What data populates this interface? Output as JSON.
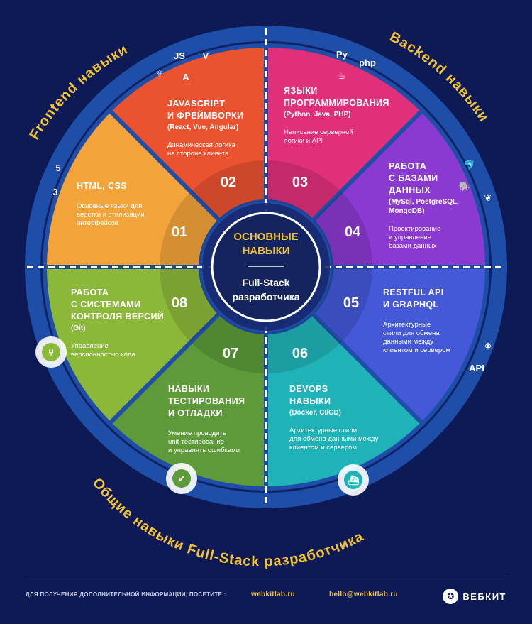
{
  "arc_labels": {
    "frontend": "Frontend навыки",
    "backend": "Backend навыки",
    "general": "Общие навыки Full-Stack разработчика"
  },
  "center": {
    "title_line1": "ОСНОВНЫЕ",
    "title_line2": "НАВЫКИ",
    "subtitle_line1": "Full-Stack",
    "subtitle_line2": "разработчика"
  },
  "segments": [
    {
      "number": "01",
      "title_lines": [
        "HTML, CSS"
      ],
      "sub_lines": [],
      "desc_lines": [
        "Основные языки для",
        "верстки и стилизации",
        "интерфейсов"
      ],
      "color": "#f2a33a",
      "icons": [
        "html5-icon",
        "css3-icon"
      ]
    },
    {
      "number": "02",
      "title_lines": [
        "JAVASCRIPT",
        "И ФРЕЙМВОРКИ"
      ],
      "sub_lines": [
        "(React, Vue, Angular)"
      ],
      "desc_lines": [
        "Динамическая логика",
        "на стороне клиента"
      ],
      "color": "#ea5230",
      "icons": [
        "js-icon",
        "vue-icon",
        "react-icon",
        "angular-icon"
      ]
    },
    {
      "number": "03",
      "title_lines": [
        "ЯЗЫКИ",
        "ПРОГРАММИРОВАНИЯ"
      ],
      "sub_lines": [
        "(Python, Java, PHP)"
      ],
      "desc_lines": [
        "Написание серверной",
        "логики и API"
      ],
      "color": "#e0307a",
      "icons": [
        "python-icon",
        "java-icon",
        "php-icon"
      ]
    },
    {
      "number": "04",
      "title_lines": [
        "РАБОТА",
        "С БАЗАМИ",
        "ДАННЫХ"
      ],
      "sub_lines": [
        "(MySql, PostgreSQL,",
        "MongoDB)"
      ],
      "desc_lines": [
        "Проектирование",
        "и управление",
        "базами данных"
      ],
      "color": "#8a3ad0",
      "icons": [
        "mysql-icon",
        "postgresql-icon",
        "mongodb-icon"
      ]
    },
    {
      "number": "05",
      "title_lines": [
        "RESTFUL API",
        "И GRAPHQL"
      ],
      "sub_lines": [],
      "desc_lines": [
        "Архитектурные",
        "стили для обмена",
        "данными между",
        "клиентом и сервером"
      ],
      "color": "#4458d8",
      "icons": [
        "graphql-icon",
        "rest-api-icon"
      ]
    },
    {
      "number": "06",
      "title_lines": [
        "DEVOPS",
        "НАВЫКИ"
      ],
      "sub_lines": [
        "(Docker, CI/CD)"
      ],
      "desc_lines": [
        "Архитектурные стили",
        "для обмена данными между",
        "клиентом и сервером"
      ],
      "color": "#1fb3b8",
      "icons": [
        "docker-icon"
      ]
    },
    {
      "number": "07",
      "title_lines": [
        "НАВЫКИ",
        "ТЕСТИРОВАНИЯ",
        "И ОТЛАДКИ"
      ],
      "sub_lines": [],
      "desc_lines": [
        "Умение проводить",
        "unit-тестирование",
        "и управлять ошибками"
      ],
      "color": "#5e9a3a",
      "icons": [
        "check-circle-icon"
      ]
    },
    {
      "number": "08",
      "title_lines": [
        "РАБОТА",
        "С СИСТЕМАМИ",
        "КОНТРОЛЯ ВЕРСИЙ"
      ],
      "sub_lines": [
        "(Git)"
      ],
      "desc_lines": [
        "Управление",
        "версионностью кода"
      ],
      "color": "#8cb83a",
      "icons": [
        "git-icon"
      ]
    }
  ],
  "colors": {
    "background": "#0d1a55",
    "ring": "#1f4ea8",
    "accent": "#f3c233",
    "center": "#13245e"
  },
  "footer": {
    "info": "ДЛЯ ПОЛУЧЕНИЯ ДОПОЛНИТЕЛЬНОЙ ИНФОРМАЦИИ, ПОСЕТИТЕ :",
    "site": "webkitlab.ru",
    "email": "hello@webkitlab.ru",
    "brand": "ВЕБКИТ"
  }
}
